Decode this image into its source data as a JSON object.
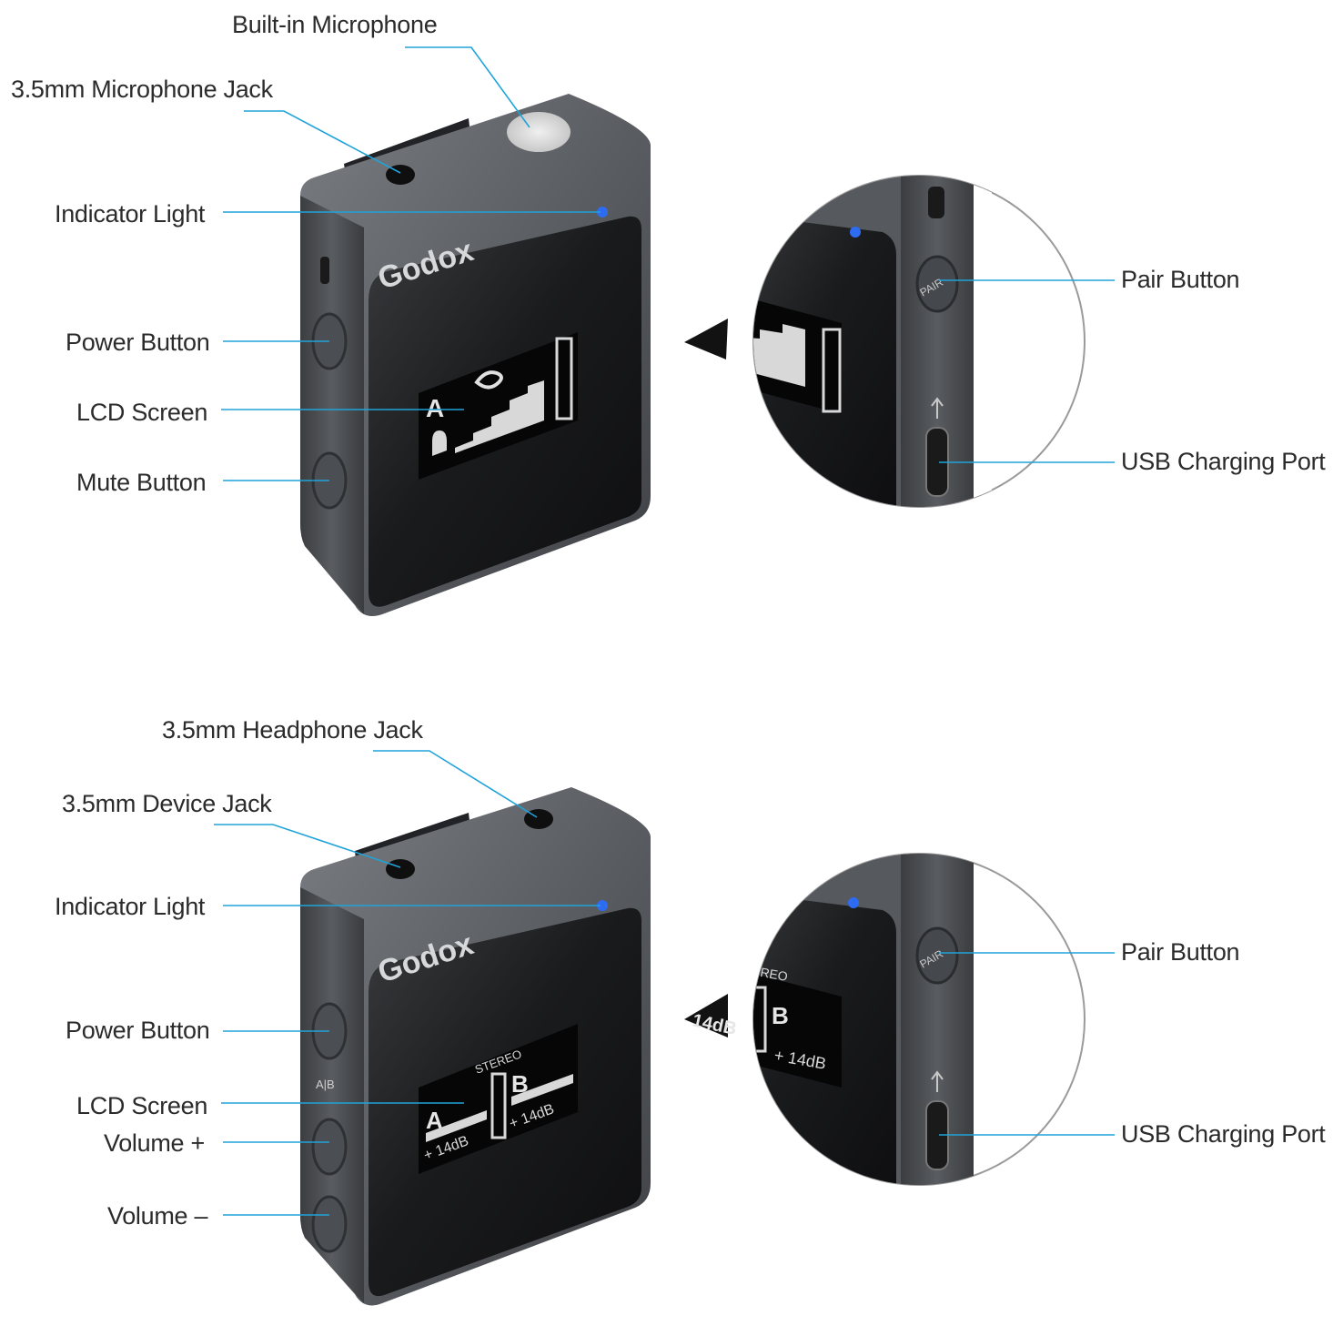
{
  "brand": "Godox",
  "colors": {
    "leader_line": "#1fa3d9",
    "indicator_led": "#2d6cf0",
    "body_metal": "#5c5f64",
    "lcd_text": "#e6e6e6"
  },
  "transmitter": {
    "labels": {
      "built_in_microphone": "Built-in Microphone",
      "mic_jack": "3.5mm Microphone Jack",
      "indicator_light": "Indicator Light",
      "power_button": "Power Button",
      "lcd_screen": "LCD Screen",
      "mute_button": "Mute Button",
      "pair_button": "Pair Button",
      "usb_port": "USB Charging Port"
    },
    "lcd": {
      "channel": "A"
    }
  },
  "receiver": {
    "labels": {
      "headphone_jack": "3.5mm Headphone Jack",
      "device_jack": "3.5mm Device Jack",
      "indicator_light": "Indicator Light",
      "power_button": "Power Button",
      "lcd_screen": "LCD Screen",
      "volume_up": "Volume +",
      "volume_down": "Volume –",
      "pair_button": "Pair Button",
      "usb_port": "USB Charging Port"
    },
    "lcd": {
      "mode": "STEREO",
      "channel_a": "A",
      "channel_b": "B",
      "gain_a": "+ 14dB",
      "gain_b": "+ 14dB",
      "gain_zoom": "14dB"
    },
    "side_labels": {
      "ab_switch": "A|B",
      "pair": "PAIR"
    }
  },
  "transmitter_side_labels": {
    "pair": "PAIR"
  }
}
